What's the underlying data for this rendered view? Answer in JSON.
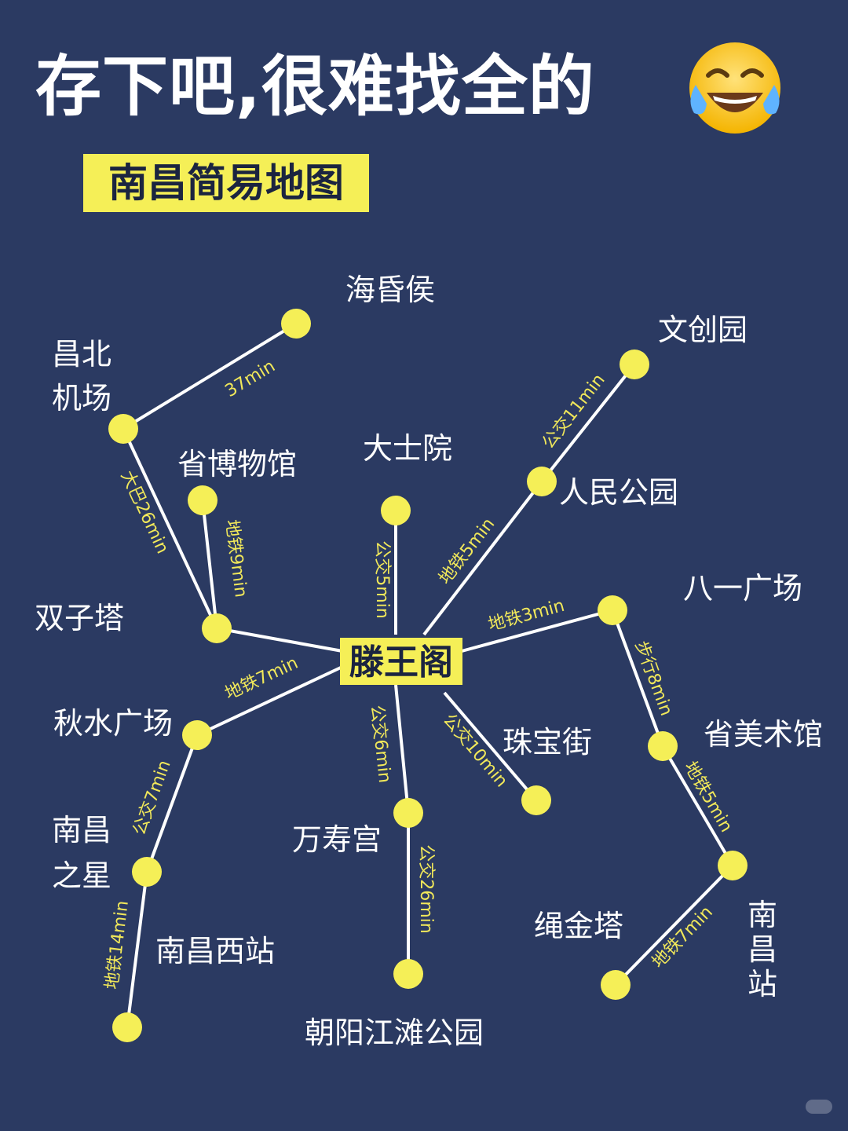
{
  "header": {
    "title": "存下吧,很难找全的",
    "emoji_icon": "tears-of-joy-emoji",
    "subtitle": "南昌简易地图"
  },
  "colors": {
    "background": "#2b3a62",
    "node": "#f5ef57",
    "line": "#ffffff",
    "route_label": "#f1e85a"
  },
  "center": {
    "label": "滕王阁"
  },
  "stations": [
    {
      "id": "haihunhou",
      "lines": [
        "海昏侯"
      ]
    },
    {
      "id": "changbei",
      "lines": [
        "昌北",
        "机场"
      ]
    },
    {
      "id": "wenchuangyuan",
      "lines": [
        "文创园"
      ]
    },
    {
      "id": "shengbowuguan",
      "lines": [
        "省博物馆"
      ]
    },
    {
      "id": "dashiyuan",
      "lines": [
        "大士院"
      ]
    },
    {
      "id": "renmingongyuan",
      "lines": [
        "人民公园"
      ]
    },
    {
      "id": "bayiguangchang",
      "lines": [
        "八一广场"
      ]
    },
    {
      "id": "shuangzita",
      "lines": [
        "双子塔"
      ]
    },
    {
      "id": "qiushuiguangchang",
      "lines": [
        "秋水广场"
      ]
    },
    {
      "id": "zhubaojie",
      "lines": [
        "珠宝街"
      ]
    },
    {
      "id": "shengmeishuguan",
      "lines": [
        "省美术馆"
      ]
    },
    {
      "id": "nanchangzhixing",
      "lines": [
        "南昌",
        "之星"
      ]
    },
    {
      "id": "wanshougong",
      "lines": [
        "万寿宫"
      ]
    },
    {
      "id": "nanchangxizhan",
      "lines": [
        "南昌西站"
      ]
    },
    {
      "id": "shengjinta",
      "lines": [
        "绳金塔"
      ]
    },
    {
      "id": "nanchangzhan",
      "lines": [
        "南",
        "昌",
        "站"
      ]
    },
    {
      "id": "chaoyang",
      "lines": [
        "朝阳江滩公园"
      ]
    }
  ],
  "routes": [
    {
      "id": "haihun-route",
      "label": "37min"
    },
    {
      "id": "changbei-route",
      "label": "大巴26min"
    },
    {
      "id": "shengbo-route",
      "label": "地铁9min"
    },
    {
      "id": "dashi-route",
      "label": "公交5min"
    },
    {
      "id": "renmin-route",
      "label": "地铁5min"
    },
    {
      "id": "wenchuang-route",
      "label": "公交11min"
    },
    {
      "id": "bayi-route",
      "label": "地铁3min"
    },
    {
      "id": "qiushui-route",
      "label": "地铁7min"
    },
    {
      "id": "zhixing-route",
      "label": "公交7min"
    },
    {
      "id": "xizhan-route",
      "label": "地铁14min"
    },
    {
      "id": "wanshou-route",
      "label": "公交6min"
    },
    {
      "id": "chaoyang-route",
      "label": "公交26min"
    },
    {
      "id": "zhubao-route",
      "label": "公交10min"
    },
    {
      "id": "meishu-route",
      "label": "步行8min"
    },
    {
      "id": "nanchangzhan-route",
      "label": "地铁5min"
    },
    {
      "id": "shengjin-route",
      "label": "地铁7min"
    }
  ]
}
